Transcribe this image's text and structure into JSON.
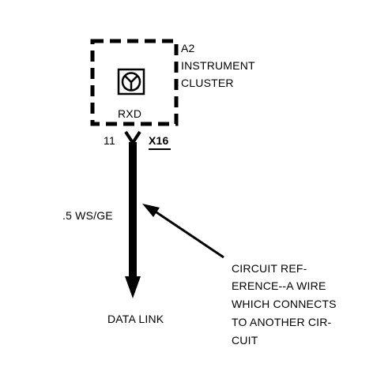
{
  "component": {
    "id": "A2",
    "name_line1": "INSTRUMENT",
    "name_line2": "CLUSTER",
    "pin_function": "RXD"
  },
  "connector": {
    "pin_number": "11",
    "connector_id": "X16"
  },
  "wire": {
    "spec": ".5 WS/GE"
  },
  "destination": {
    "label": "DATA LINK"
  },
  "callout": {
    "lines": [
      "CIRCUIT REF-",
      "ERENCE--A WIRE",
      "WHICH CONNECTS",
      "TO ANOTHER CIR-",
      "CUIT"
    ]
  },
  "colors": {
    "ink": "#000000",
    "background": "#ffffff"
  },
  "icons": {
    "component_symbol": "electronic-module-icon"
  }
}
